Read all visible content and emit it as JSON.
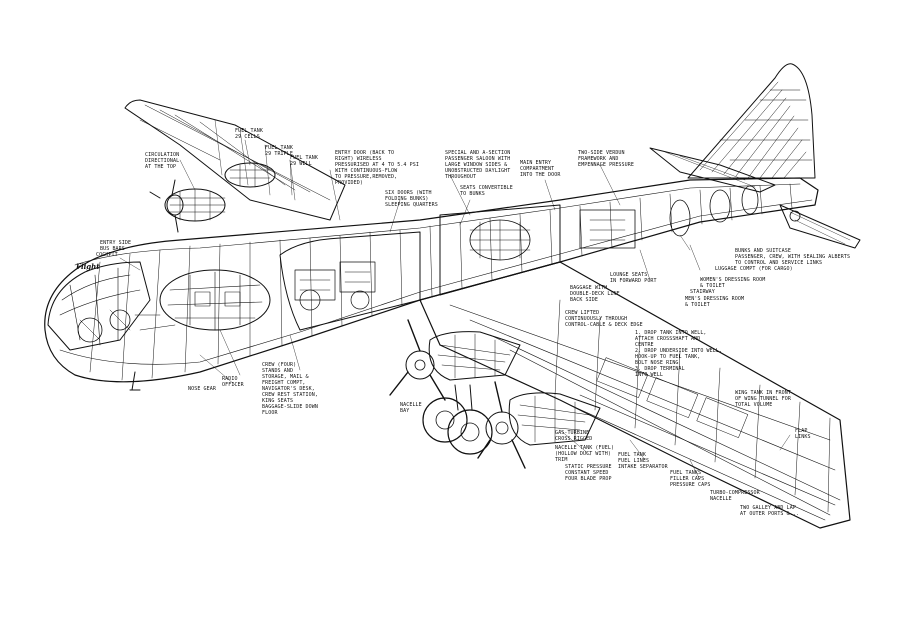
{
  "figure": {
    "background": "#ffffff",
    "ink": "#111111",
    "logo_text": "Flight"
  },
  "callouts": [
    {
      "id": "c1",
      "text": "FUEL TANK\n29 CELLS"
    },
    {
      "id": "c2",
      "text": "FUEL TANK\n29 TRIPLE"
    },
    {
      "id": "c3",
      "text": "FUEL TANK\n29 WELL"
    },
    {
      "id": "c4",
      "text": "ENTRY DOOR (BACK TO\nRIGHT) WIRELESS\nPRESSURISED AT 4 TO 5.4 PSI\nWITH CONTINUOUS-FLOW\nTO PRESSURE,REMOVED,\nPROVIDED)"
    },
    {
      "id": "c5",
      "text": "SPECIAL AND A-SECTION\nPASSENGER SALOON WITH\nLARGE WINDOW SIDES &\nUNOBSTRUCTED DAYLIGHT\nTHROUGHOUT"
    },
    {
      "id": "c6",
      "text": "MAIN ENTRY\nCOMPARTMENT\nINTO THE DOOR"
    },
    {
      "id": "c7",
      "text": "TWO-SIDE VERDUN\nFRAMEWORK AND\nEMPENNAGE PRESSURE"
    },
    {
      "id": "c8",
      "text": "CIRCULATION\nDIRECTIONAL\nAT THE TOP"
    },
    {
      "id": "c9",
      "text": "SIX DOORS (WITH\nFOLDING BUNKS)\nSLEEPING QUARTERS"
    },
    {
      "id": "c10",
      "text": "SEATS CONVERTIBLE\nTO BUNKS"
    },
    {
      "id": "c11",
      "text": "ENTRY SIDE\nBUS BARS"
    },
    {
      "id": "c12",
      "text": "COCKPIT"
    },
    {
      "id": "c13",
      "text": "BUNKS AND SUITCASE\nPASSENGER, CREW, WITH SEALING ALBERTS\nTO CONTROL AND SERVICE LINKS"
    },
    {
      "id": "c14",
      "text": "LUGGAGE COMPT (FOR CARGO)"
    },
    {
      "id": "c15",
      "text": "WOMEN'S DRESSING ROOM\n& TOILET"
    },
    {
      "id": "c16",
      "text": "STAIRWAY"
    },
    {
      "id": "c17",
      "text": "MEN'S DRESSING ROOM\n& TOILET"
    },
    {
      "id": "c18",
      "text": "LOUNGE SEATS\nIN FORWARD PORT"
    },
    {
      "id": "c19",
      "text": "BAGGAGE WITH\nDOUBLE-DECK LINE\nBACK SIDE"
    },
    {
      "id": "c20",
      "text": "CREW LIFTED\nCONTINUOUSLY THROUGH\nCONTROL-CABLE & DECK EDGE"
    },
    {
      "id": "c21",
      "text": "1. DROP TANK INTO WELL,\n   ATTACH CROSSSHAFT AND\n   CENTRE\n2. DROP UNDERSIDE INTO WELL,\n   HOOK-UP TO FUEL TANK,\n   BOLT NOSE RING\n3. DROP TERMINAL\n   INTO WELL"
    },
    {
      "id": "c22",
      "text": "CREW (FOUR)\nSTANDS AND\nSTORAGE, MAIL &\nFREIGHT COMPT,\nNAVIGATOR'S DESK,\nCREW REST STATION,\nKING SEATS\nBAGGAGE-SLIDE DOWN\nFLOOR"
    },
    {
      "id": "c23",
      "text": "RADIO\nOFFICER"
    },
    {
      "id": "c24",
      "text": "NOSE GEAR"
    },
    {
      "id": "c25",
      "text": "NACELLE\nBAY"
    },
    {
      "id": "c26",
      "text": "GAS-TURBINE\nCROSS RIGGED"
    },
    {
      "id": "c27",
      "text": "NACELLE TANK (FUEL)\n(HOLLOW DUCT WITH)\nTRIM"
    },
    {
      "id": "c28",
      "text": "STATIC PRESSURE\nCONSTANT SPEED\nFOUR BLADE PROP"
    },
    {
      "id": "c29",
      "text": "FUEL TANK\nFUEL LINES\nINTAKE SEPARATOR"
    },
    {
      "id": "c30",
      "text": "FUEL TANKS\nFILLER CAPS\nPRESSURE CAPS"
    },
    {
      "id": "c31",
      "text": "TURBO-COMPRESSOR\nNACELLE"
    },
    {
      "id": "c32",
      "text": "WING TANK IN FRONT\nOF WING TUNNEL FOR\nTOTAL VOLUME"
    },
    {
      "id": "c33",
      "text": "FLAP\nLINKS"
    },
    {
      "id": "c34",
      "text": "TWO GALLEY AND LAP\nAT OUTER PORTS &..."
    }
  ]
}
